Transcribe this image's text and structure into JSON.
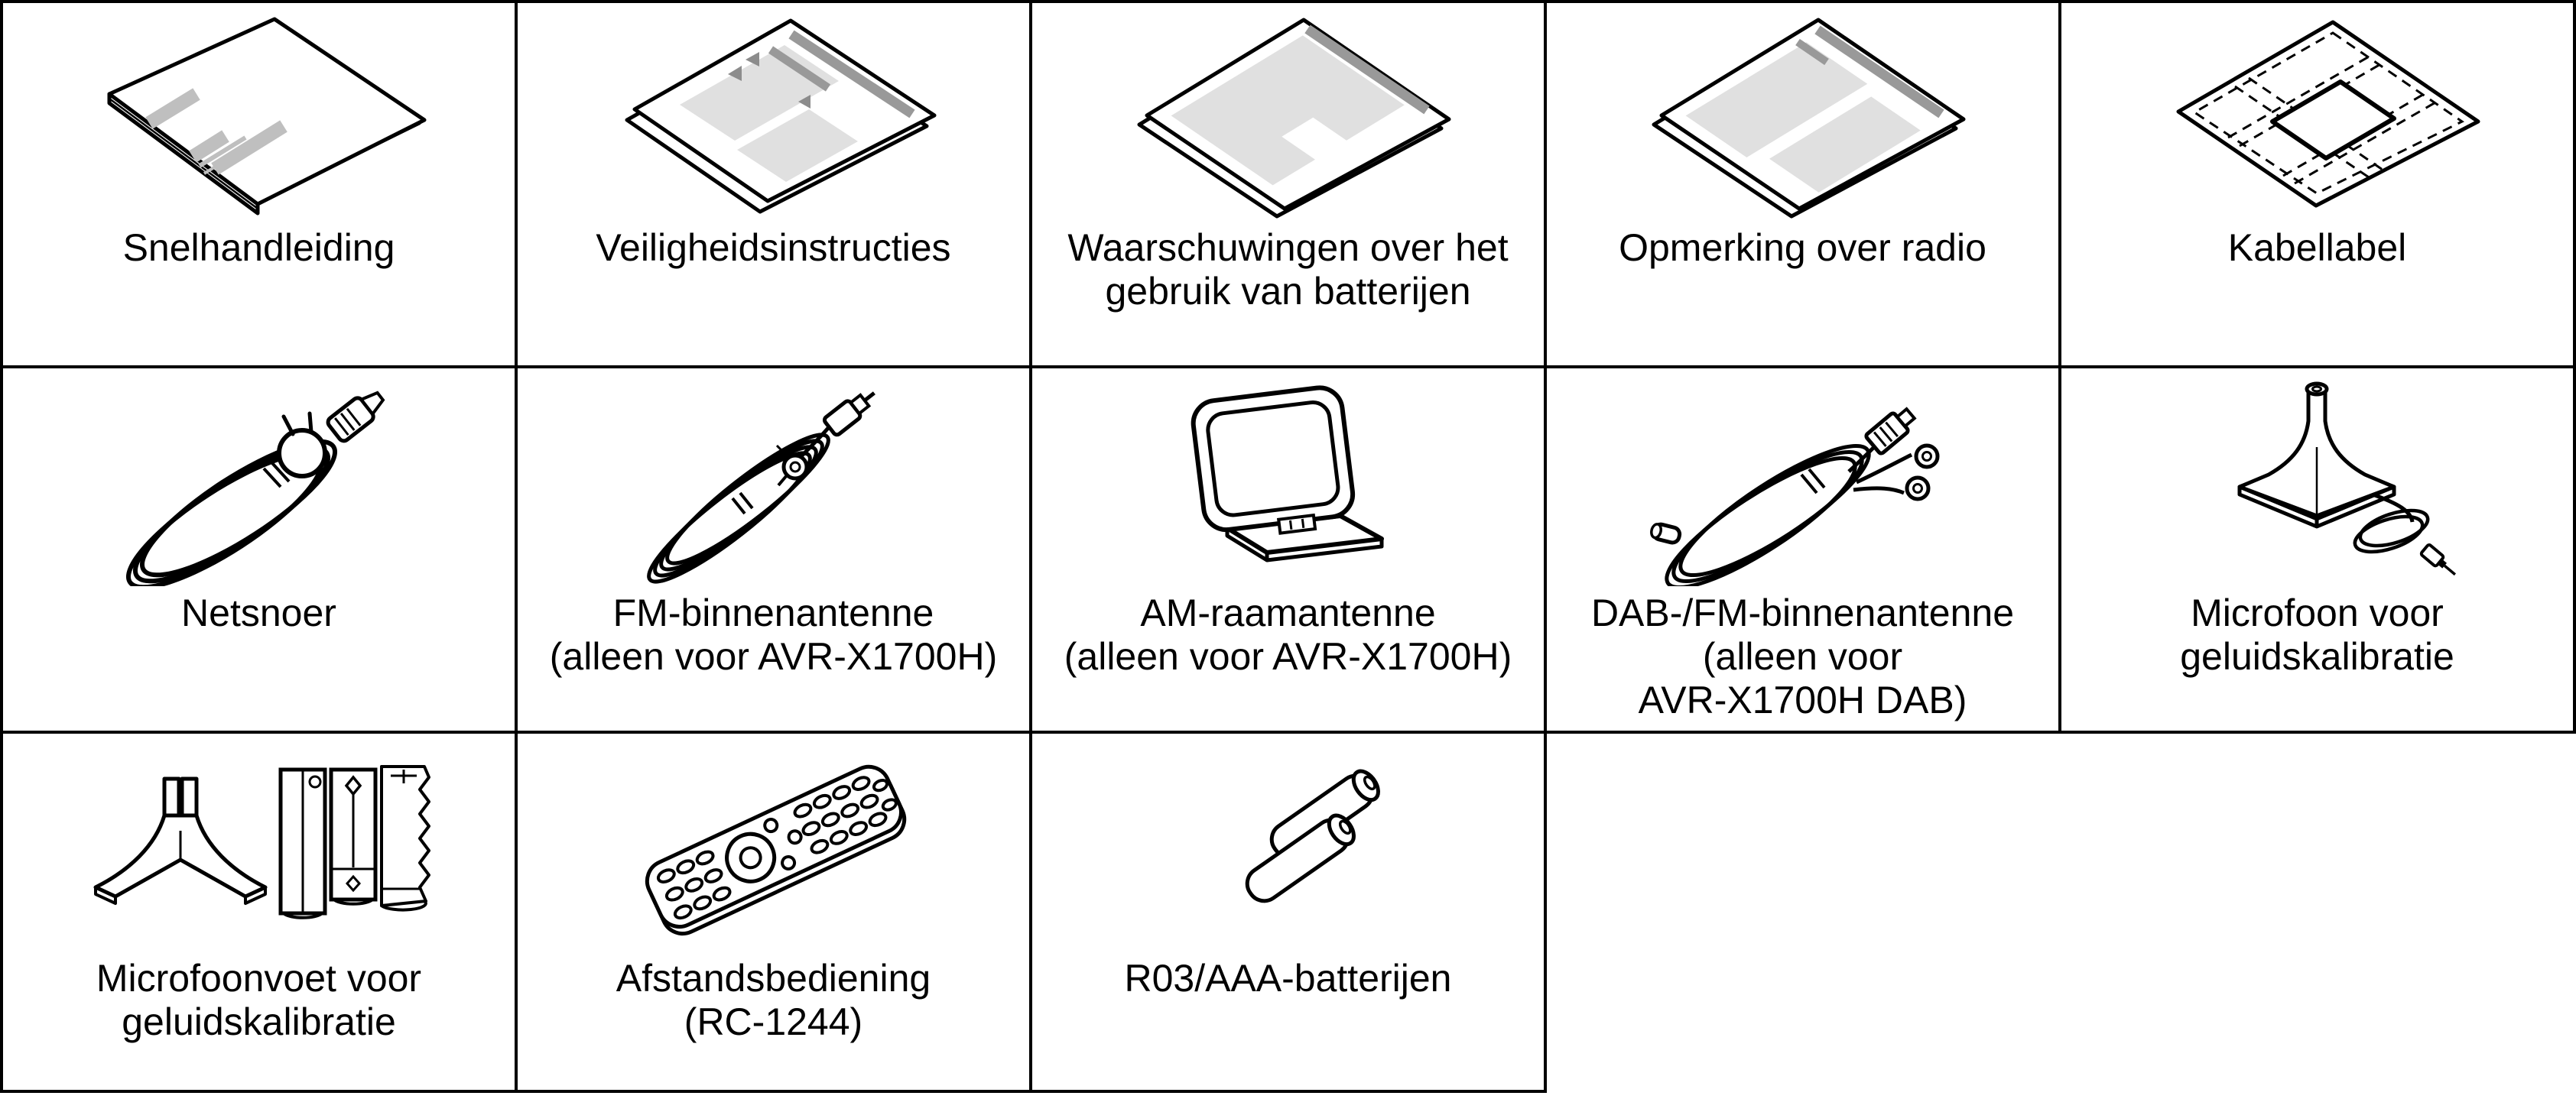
{
  "document": {
    "kind": "receiver-manual-accessories-table",
    "background": "#ffffff"
  },
  "colors": {
    "line": "#000000",
    "text": "#000000",
    "paper_light": "#e0e0e0",
    "paper_dark": "#999999",
    "cover_bars": "#bfbfbf"
  },
  "layout": {
    "columns": 5,
    "rows": 3,
    "cells_in_last_row": 3
  },
  "items": [
    {
      "row": 1,
      "col": 1,
      "label": "Snelhandleiding",
      "illustration": "quick-start-guide-booklet"
    },
    {
      "row": 1,
      "col": 2,
      "label": "Veiligheidsinstructies",
      "illustration": "safety-instructions-leaflet"
    },
    {
      "row": 1,
      "col": 3,
      "label": "Waarschuwingen over het\ngebruik van batterijen",
      "illustration": "battery-warnings-leaflet"
    },
    {
      "row": 1,
      "col": 4,
      "label": "Opmerking over radio",
      "illustration": "radio-note-leaflet"
    },
    {
      "row": 1,
      "col": 5,
      "label": "Kabellabel",
      "illustration": "cable-label-sheet"
    },
    {
      "row": 2,
      "col": 1,
      "label": "Netsnoer",
      "illustration": "power-cord-coil"
    },
    {
      "row": 2,
      "col": 2,
      "label": "FM-binnenantenne\n(alleen voor AVR-X1700H)",
      "illustration": "fm-indoor-antenna-coil"
    },
    {
      "row": 2,
      "col": 3,
      "label": "AM-raamantenne\n(alleen voor AVR-X1700H)",
      "illustration": "am-loop-antenna"
    },
    {
      "row": 2,
      "col": 4,
      "label": "DAB-/FM-binnenantenne\n(alleen voor\nAVR-X1700H DAB)",
      "illustration": "dab-fm-indoor-antenna-coil"
    },
    {
      "row": 2,
      "col": 5,
      "label": "Microfoon voor\ngeluidskalibratie",
      "illustration": "sound-calibration-microphone"
    },
    {
      "row": 3,
      "col": 1,
      "label": "Microfoonvoet voor\ngeluidskalibratie",
      "illustration": "cardboard-microphone-stand"
    },
    {
      "row": 3,
      "col": 2,
      "label": "Afstandsbediening\n(RC-1244)",
      "illustration": "remote-control-rc1244"
    },
    {
      "row": 3,
      "col": 3,
      "label": "R03/AAA-batterijen",
      "illustration": "r03-aaa-batteries"
    }
  ]
}
